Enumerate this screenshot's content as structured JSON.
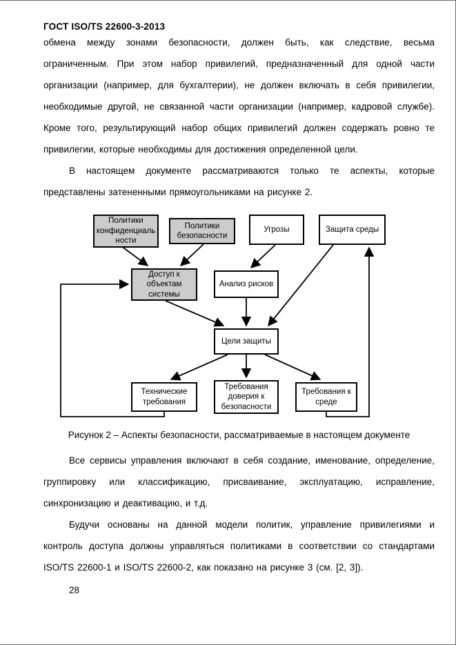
{
  "document": {
    "header": "ГОСТ ISO/TS 22600-3-2013",
    "page_number": "28"
  },
  "content": {
    "paragraph_1": "обмена между зонами безопасности, должен быть, как следствие, весьма ограниченным. При этом набор привилегий, предназначенный для одной части организации (например, для бухгалтерии), не должен включать в себя привилегии, необходимые другой, не связанной части организации (например, кадровой службе). Кроме того, результирующий набор общих привилегий должен содержать ровно те привилегии, которые необходимы для достижения определенной цели.",
    "paragraph_2": "В настоящем документе рассматриваются только те аспекты, которые представлены затененными прямоугольниками на рисунке 2.",
    "figure_caption": "Рисунок 2 – Аспекты безопасности, рассматриваемые в настоящем документе",
    "paragraph_3": "Все сервисы управления включают в себя создание, именование, определение, группировку или классификацию, присваивание, эксплуатацию, исправление, синхронизацию и деактивацию, и т.д.",
    "paragraph_4": "Будучи основаны на данной модели политик, управление привилегиями и контроль доступа должны управляться политиками в соответствии со стандартами ISO/TS 22600-1 и ISO/TS 22600-2, как показано на рисунке 3 (см. [2, 3])."
  },
  "figure": {
    "boxes": [
      {
        "label": "Политики конфиденциаль ности",
        "shaded": true
      },
      {
        "label": "Политики безопасности",
        "shaded": true
      },
      {
        "label": "Угрозы",
        "shaded": false
      },
      {
        "label": "Защита среды",
        "shaded": false
      },
      {
        "label": "Доступ к объектам системы",
        "shaded": true
      },
      {
        "label": "Анализ рисков",
        "shaded": false
      },
      {
        "label": "Цели защиты",
        "shaded": false
      },
      {
        "label": "Технические требования",
        "shaded": false
      },
      {
        "label": "Требования доверия к безопасности",
        "shaded": false
      },
      {
        "label": "Требования к среде",
        "shaded": false
      }
    ],
    "colors": {
      "shaded_fill": "#cccccc",
      "box_fill": "#ffffff",
      "line": "#000000"
    }
  }
}
